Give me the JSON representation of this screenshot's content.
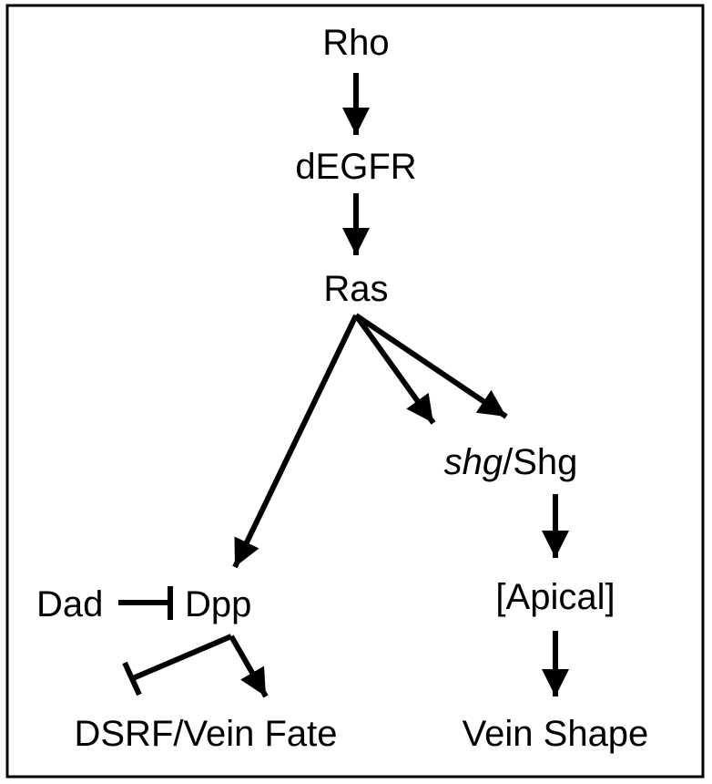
{
  "nodes": {
    "rho": "Rho",
    "degfr": "dEGFR",
    "ras": "Ras",
    "shg_gene": "shg",
    "shg_sep": "/",
    "shg_protein": "Shg",
    "dad": "Dad",
    "dpp": "Dpp",
    "apical": "[Apical]",
    "dsrf": "DSRF/Vein Fate",
    "vein_shape": "Vein Shape"
  },
  "edges": [
    {
      "from": "Rho",
      "to": "dEGFR",
      "type": "activation"
    },
    {
      "from": "dEGFR",
      "to": "Ras",
      "type": "activation"
    },
    {
      "from": "Ras",
      "to": "shg/Shg",
      "type": "activation"
    },
    {
      "from": "Ras",
      "to": "shg/Shg",
      "type": "activation"
    },
    {
      "from": "Ras",
      "to": "Dpp",
      "type": "activation"
    },
    {
      "from": "Dad",
      "to": "Dpp",
      "type": "inhibition"
    },
    {
      "from": "Dpp",
      "to": "DSRF/Vein Fate",
      "type": "inhibition"
    },
    {
      "from": "Dpp",
      "to": "DSRF/Vein Fate",
      "type": "activation"
    },
    {
      "from": "shg/Shg",
      "to": "[Apical]",
      "type": "activation"
    },
    {
      "from": "[Apical]",
      "to": "Vein Shape",
      "type": "activation"
    }
  ],
  "colors": {
    "line": "#000000",
    "background": "#ffffff"
  }
}
